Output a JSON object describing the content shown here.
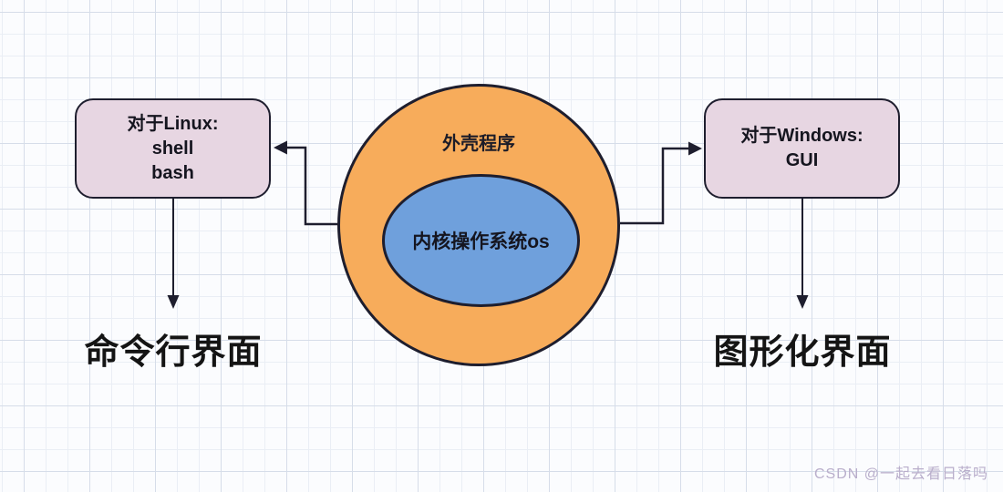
{
  "diagram": {
    "shell": {
      "label": "外壳程序",
      "fill": "#F7AC5B"
    },
    "kernel": {
      "label": "内核操作系统os",
      "fill": "#6FA0DC"
    },
    "linux_box": {
      "lines": [
        "对于Linux:",
        "shell",
        "bash"
      ],
      "fill": "#E7D6E2"
    },
    "windows_box": {
      "lines": [
        "对于Windows:",
        "GUI"
      ],
      "fill": "#E7D6E2"
    },
    "cli_label": "命令行界面",
    "gui_label": "图形化界面",
    "watermark": "CSDN @一起去看日落吗",
    "colors": {
      "stroke": "#1E1E2E",
      "background": "#FBFCFE",
      "grid_minor": "#EAEEF5",
      "grid_major": "#D6DDE9",
      "watermark_color": "#B9AECB"
    }
  }
}
